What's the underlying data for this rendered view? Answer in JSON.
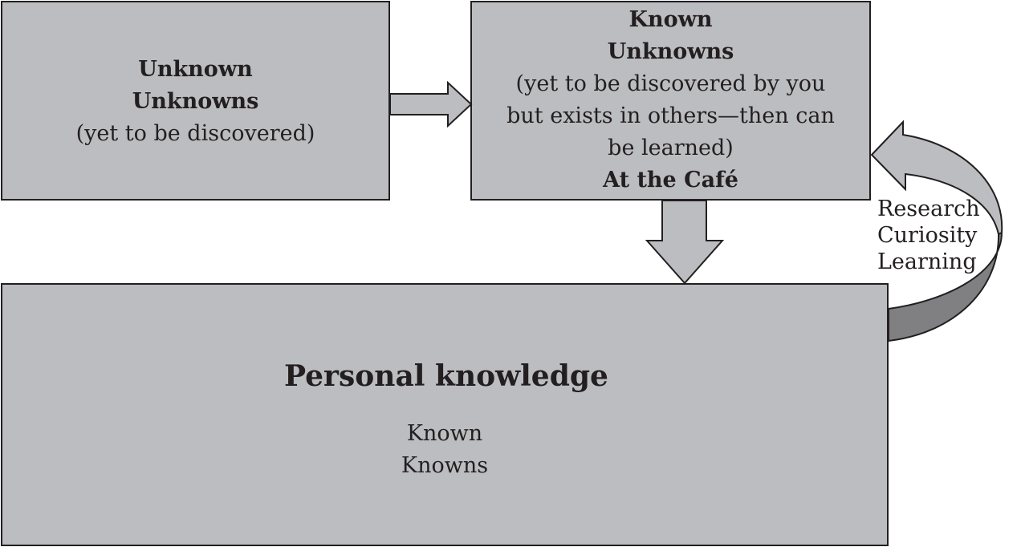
{
  "unknown_unknowns": {
    "title1": "Unknown",
    "title2": "Unknowns",
    "sub": "(yet to be discovered)"
  },
  "known_unknowns": {
    "title1": "Known",
    "title2": "Unknowns",
    "line1": "(yet to be discovered by you",
    "line2": "but exists in others—then can",
    "line3": "be learned)",
    "footer": "At the Café"
  },
  "personal": {
    "title": "Personal  knowledge",
    "line1": "Known",
    "line2": "Knowns"
  },
  "cycle": {
    "items": [
      "Research",
      "Curiosity",
      "Learning"
    ]
  },
  "colors": {
    "box": "#bcbdc0",
    "dark": "#808083",
    "stroke": "#231f20"
  }
}
